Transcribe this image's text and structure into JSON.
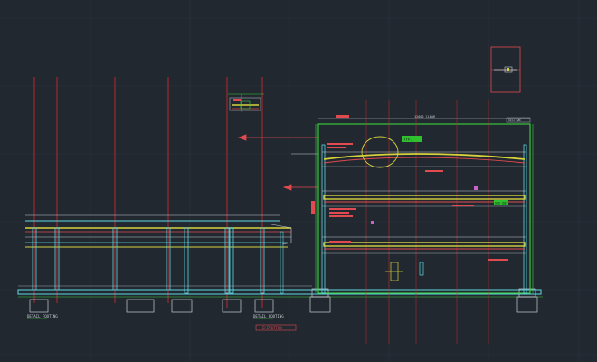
{
  "window": {
    "title": ""
  },
  "colors": {
    "background": "#212830",
    "grid": "#2b333c",
    "axis_red": "#c8282d",
    "frame_green": "#3bd23b",
    "beam_yellow": "#d7d23c",
    "column_cyan": "#5fd7e1",
    "annot_red": "#e14b50",
    "magenta": "#c864c8",
    "dim_white": "#c8ccd2"
  },
  "labels": {
    "left_footing_caption": "DETAIL FOOTING",
    "right_footing_caption": "DETAIL FOOTING",
    "section_title_tag": "SECTION",
    "bottom_title_box": "ELEVATION",
    "top_dimension_text": "12000 CLEAR",
    "note_green_1": "TYP.",
    "note_green_2": "SEE DET."
  },
  "icons": {
    "red_axis_lines": "cad-grid-axis",
    "section_marker": "cad-section-marker",
    "detail_callout": "cad-detail-bubble"
  }
}
